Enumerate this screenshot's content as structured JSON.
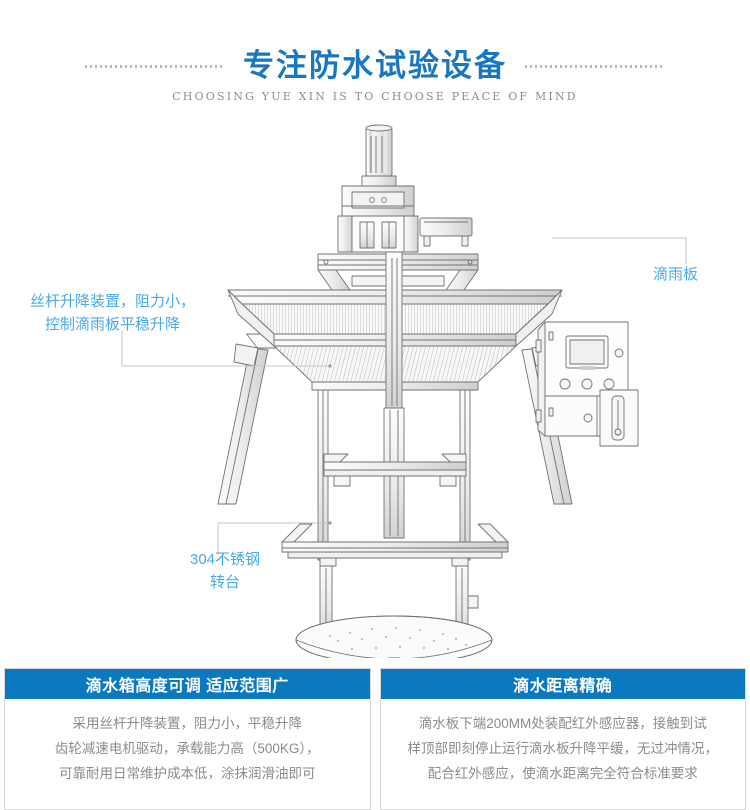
{
  "header": {
    "main_title": "专注防水试验设备",
    "sub_title": "CHOOSING YUE XIN IS TO CHOOSE PEACE OF MIND",
    "accent_color": "#1877c0",
    "dot_color": "#b6b6b6"
  },
  "callouts": {
    "lift": {
      "line1": "丝杆升降装置，阻力小，",
      "line2": "控制滴雨板平稳升降"
    },
    "drip_plate": {
      "label": "滴雨板"
    },
    "turntable": {
      "line1": "304不锈钢",
      "line2": "转台"
    },
    "color": "#4aa8e8"
  },
  "illustration": {
    "alt": "防水试验设备线条图",
    "parts": [
      "驱动电机",
      "丝杆升降装置",
      "滴雨板",
      "框架支架",
      "304不锈钢转台",
      "底座与脚轮",
      "控制柜"
    ],
    "control_cabinet": {
      "screen": "HMI 触摸屏",
      "buttons": 3,
      "flow_meter": "流量计"
    }
  },
  "panels": [
    {
      "title": "滴水箱高度可调 适应范围广",
      "lines": [
        "采用丝杆升降装置，阻力小，平稳升降",
        "齿轮减速电机驱动，承载能力高（500KG），",
        "可靠耐用日常维护成本低，涂抹润滑油即可"
      ]
    },
    {
      "title": "滴水距离精确",
      "lines": [
        "滴水板下端200MM处装配红外感应器，接触到试",
        "样顶部即刻停止运行滴水板升降平缓，无过冲情况，",
        "配合红外感应，使滴水距离完全符合标准要求"
      ]
    }
  ],
  "theme": {
    "panel_header_bg": "#0b79bf",
    "panel_border": "#d8d8d8",
    "body_text": "#8b8b8b",
    "line_art": "#6f7276"
  }
}
